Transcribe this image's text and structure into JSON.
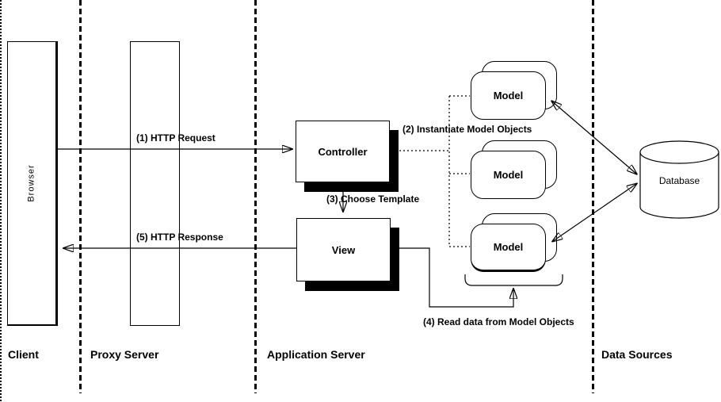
{
  "diagram": {
    "colors": {
      "ink": "#000000",
      "background": "#ffffff"
    },
    "lanes": [
      {
        "label": "Client"
      },
      {
        "label": "Proxy Server"
      },
      {
        "label": "Application Server"
      },
      {
        "label": "Data Sources"
      }
    ],
    "nodes": {
      "browser": "Browser",
      "controller": "Controller",
      "view": "View",
      "models": [
        "Model",
        "Model",
        "Model"
      ],
      "database": "Database"
    },
    "annotations": {
      "step1": "(1) HTTP Request",
      "step2": "(2) Instantiate Model Objects",
      "step3": "(3) Choose Template",
      "step4": "(4) Read data from Model Objects",
      "step5": "(5) HTTP Response"
    }
  }
}
